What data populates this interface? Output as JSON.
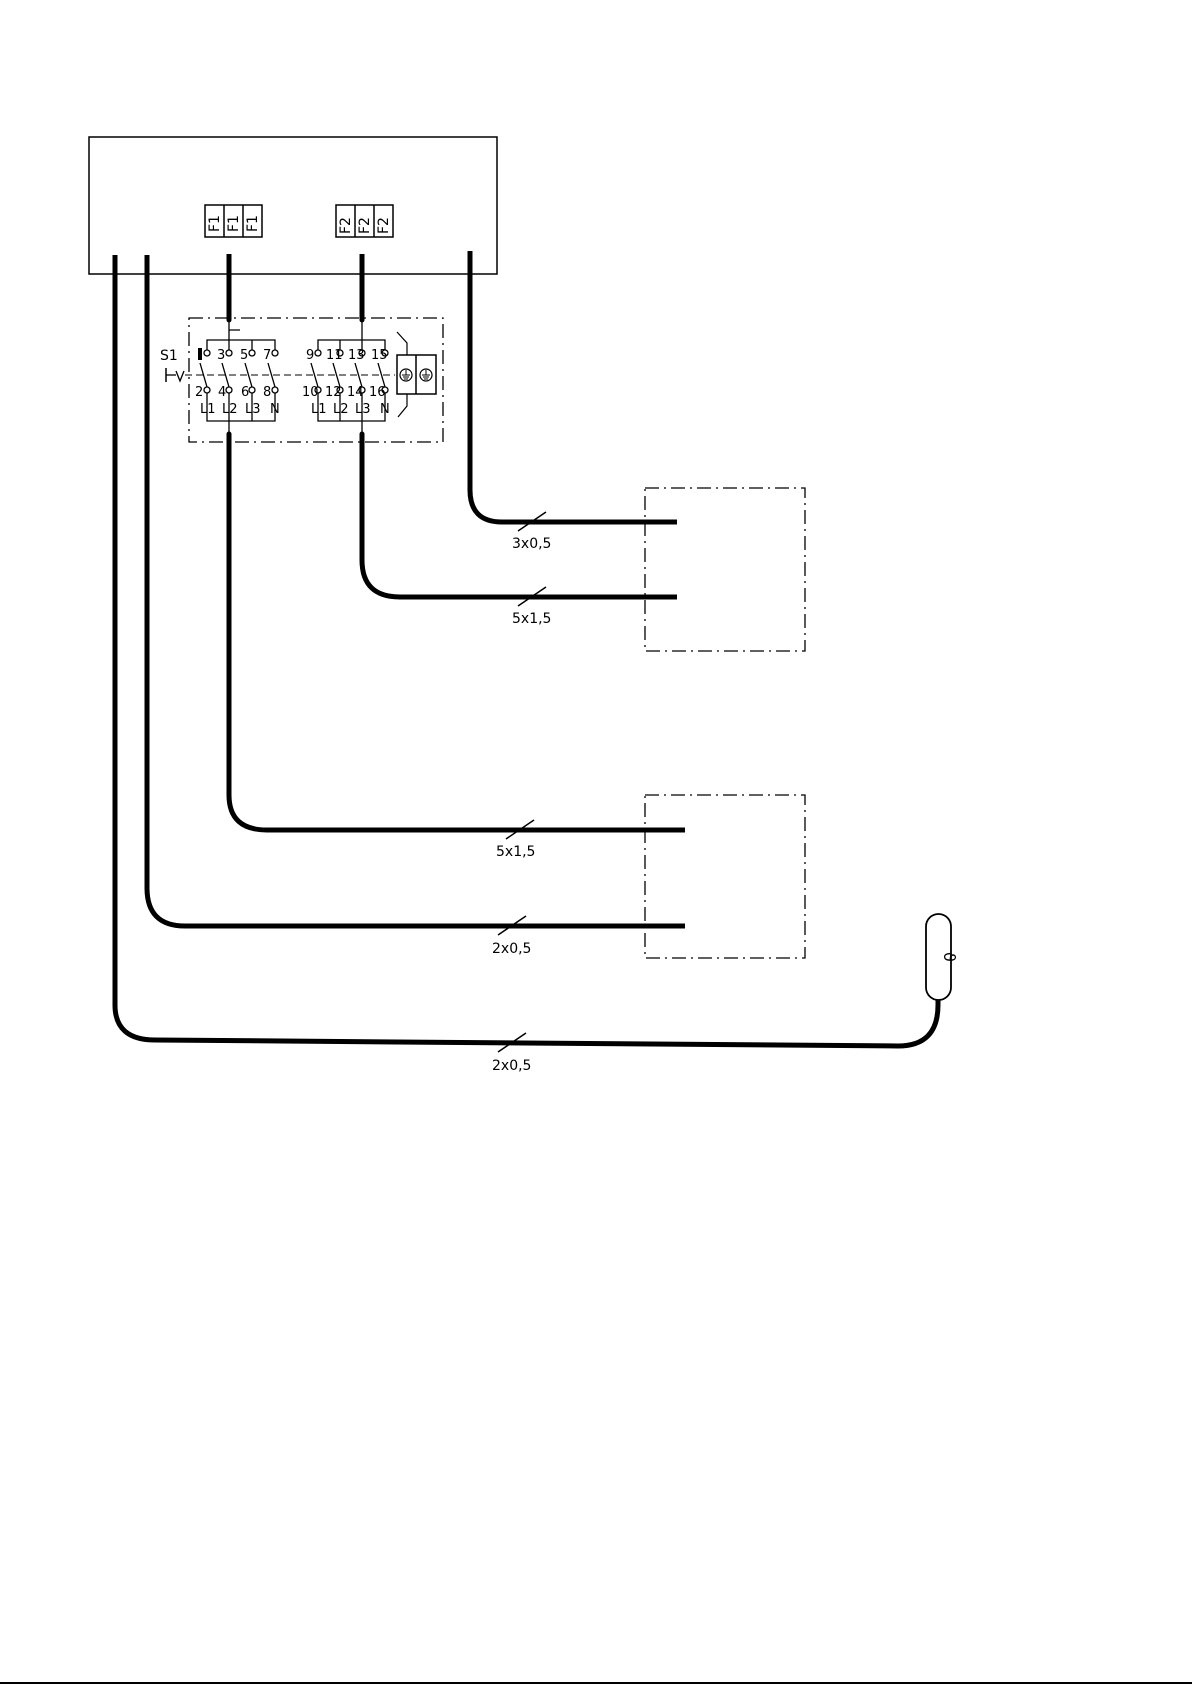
{
  "switch": {
    "label": "S1",
    "top_terminals": [
      "3",
      "5",
      "7",
      "9",
      "11",
      "13",
      "15"
    ],
    "bottom_terminals": [
      "2",
      "4",
      "6",
      "8",
      "10",
      "12",
      "14",
      "16"
    ],
    "phase_labels_left": [
      "L1",
      "L2",
      "L3",
      "N"
    ],
    "phase_labels_right": [
      "L1",
      "L2",
      "L3",
      "N"
    ]
  },
  "fuses": {
    "f1": [
      "F1",
      "F1",
      "F1"
    ],
    "f2": [
      "F2",
      "F2",
      "F2"
    ]
  },
  "cables": {
    "c1": "3x0,5",
    "c2": "5x1,5",
    "c3": "5x1,5",
    "c4": "2x0,5",
    "c5": "2x0,5"
  },
  "sensor_symbol": "ϑ",
  "colors": {
    "line": "#000000",
    "background": "#ffffff"
  }
}
